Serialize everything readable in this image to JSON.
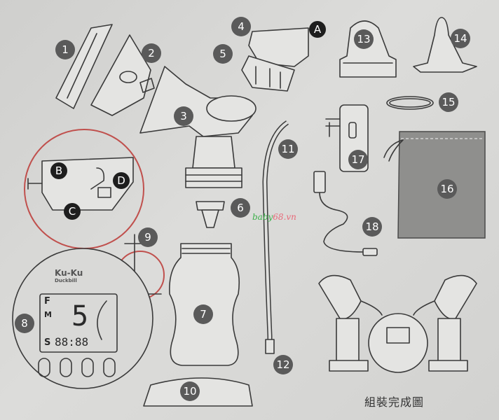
{
  "diagram": {
    "caption": "組裝完成圖",
    "watermark": {
      "part1": "baby",
      "part2": "68.vn"
    },
    "logo": {
      "brand": "Ku-Ku",
      "sub": "Duckbill"
    },
    "display": {
      "f": "F",
      "m": "M",
      "s": "S",
      "level": "5",
      "timer": "88:88"
    },
    "part_labels": [
      "1",
      "2",
      "3",
      "4",
      "5",
      "A",
      "13",
      "14",
      "15",
      "11",
      "17",
      "16",
      "B",
      "C",
      "D",
      "6",
      "9",
      "18",
      "8",
      "7",
      "12",
      "10"
    ],
    "colors": {
      "badge": "#5a5a5a",
      "highlight_circle": "#c0504d",
      "watermark_green": "#3cb04a",
      "watermark_pink": "#e86a7a"
    }
  }
}
